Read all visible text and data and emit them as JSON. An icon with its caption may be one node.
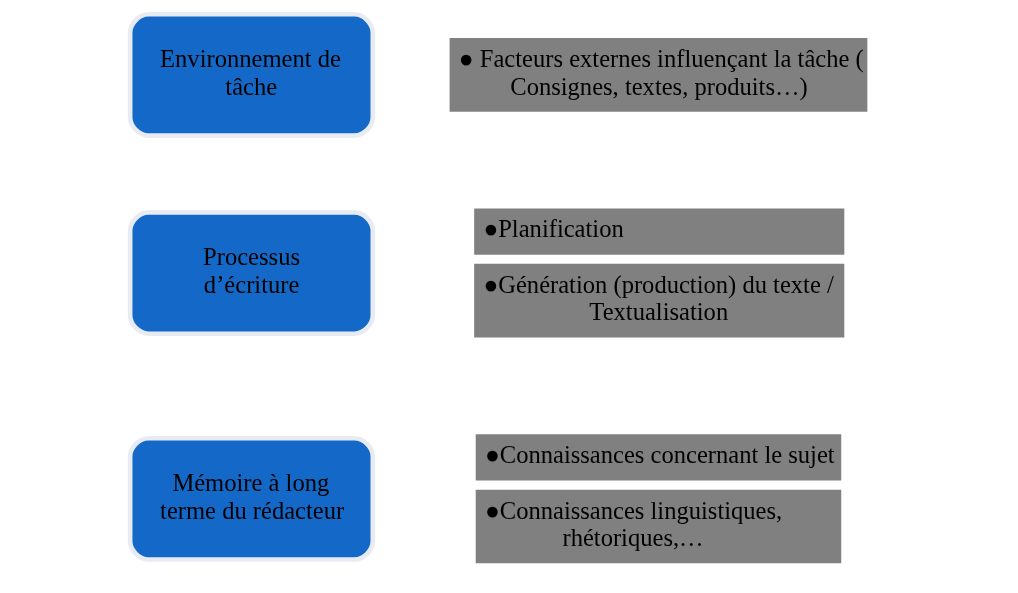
{
  "diagram": {
    "nodes": [
      {
        "text": [
          "Environnement de tâche"
        ],
        "beside": [
          "● Facteurs externes influençant la tâche ( Consignes, textes, produits…)"
        ]
      },
      {
        "text": [
          "Processus d’écriture"
        ],
        "beside": [
          "●Planification",
          "●Génération (production) du texte / Textualisation"
        ]
      },
      {
        "text": [
          "Mémoire à long terme du rédacteur"
        ],
        "beside": [
          "●Connaissances concernant le sujet",
          "●Connaissances linguistiques, rhétoriques,…"
        ]
      }
    ]
  }
}
